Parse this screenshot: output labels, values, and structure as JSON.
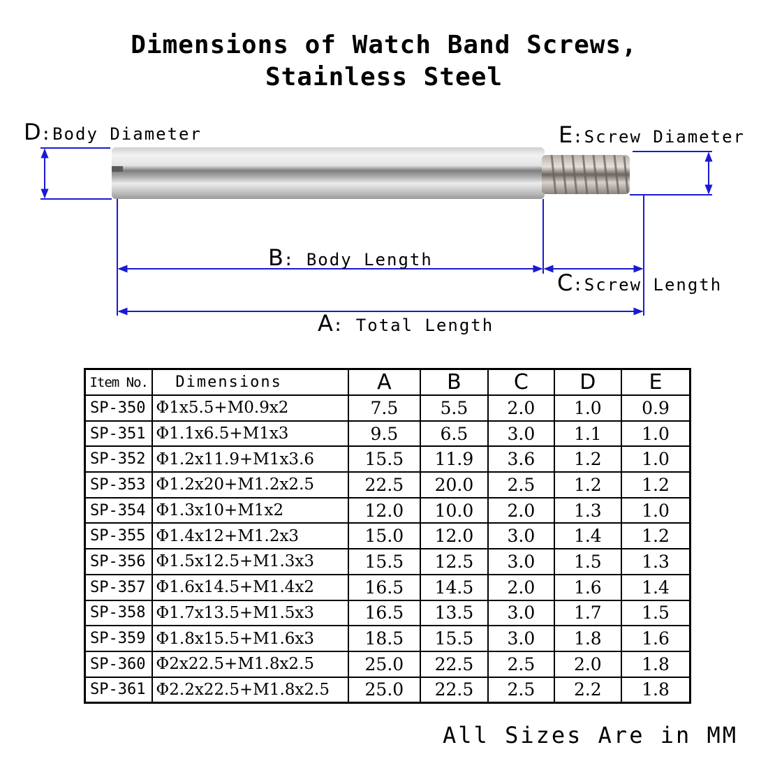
{
  "title": {
    "line1": "Dimensions of Watch Band Screws,",
    "line2": "Stainless Steel"
  },
  "diagram": {
    "labels": {
      "D": {
        "letter": "D",
        "sep": ":",
        "text": "Body Diameter"
      },
      "E": {
        "letter": "E",
        "sep": ":",
        "text": "Screw Diameter"
      },
      "B": {
        "letter": "B",
        "sep": ":",
        "text": " Body Length"
      },
      "C": {
        "letter": "C",
        "sep": ":",
        "text": "Screw Length"
      },
      "A": {
        "letter": "A",
        "sep": ":",
        "text": " Total Length"
      }
    },
    "colors": {
      "dimension_line": "#1a1ad0",
      "steel_light": "#e6e6e6",
      "steel_dark": "#8a8a8a"
    }
  },
  "table": {
    "headers": [
      "Item No.",
      "Dimensions",
      "A",
      "B",
      "C",
      "D",
      "E"
    ],
    "rows": [
      {
        "item": "SP-350",
        "dims": "Φ1x5.5+M0.9x2",
        "A": "7.5",
        "B": "5.5",
        "C": "2.0",
        "D": "1.0",
        "E": "0.9"
      },
      {
        "item": "SP-351",
        "dims": "Φ1.1x6.5+M1x3",
        "A": "9.5",
        "B": "6.5",
        "C": "3.0",
        "D": "1.1",
        "E": "1.0"
      },
      {
        "item": "SP-352",
        "dims": "Φ1.2x11.9+M1x3.6",
        "A": "15.5",
        "B": "11.9",
        "C": "3.6",
        "D": "1.2",
        "E": "1.0"
      },
      {
        "item": "SP-353",
        "dims": "Φ1.2x20+M1.2x2.5",
        "A": "22.5",
        "B": "20.0",
        "C": "2.5",
        "D": "1.2",
        "E": "1.2"
      },
      {
        "item": "SP-354",
        "dims": "Φ1.3x10+M1x2",
        "A": "12.0",
        "B": "10.0",
        "C": "2.0",
        "D": "1.3",
        "E": "1.0"
      },
      {
        "item": "SP-355",
        "dims": "Φ1.4x12+M1.2x3",
        "A": "15.0",
        "B": "12.0",
        "C": "3.0",
        "D": "1.4",
        "E": "1.2"
      },
      {
        "item": "SP-356",
        "dims": "Φ1.5x12.5+M1.3x3",
        "A": "15.5",
        "B": "12.5",
        "C": "3.0",
        "D": "1.5",
        "E": "1.3"
      },
      {
        "item": "SP-357",
        "dims": "Φ1.6x14.5+M1.4x2",
        "A": "16.5",
        "B": "14.5",
        "C": "2.0",
        "D": "1.6",
        "E": "1.4"
      },
      {
        "item": "SP-358",
        "dims": "Φ1.7x13.5+M1.5x3",
        "A": "16.5",
        "B": "13.5",
        "C": "3.0",
        "D": "1.7",
        "E": "1.5"
      },
      {
        "item": "SP-359",
        "dims": "Φ1.8x15.5+M1.6x3",
        "A": "18.5",
        "B": "15.5",
        "C": "3.0",
        "D": "1.8",
        "E": "1.6"
      },
      {
        "item": "SP-360",
        "dims": "Φ2x22.5+M1.8x2.5",
        "A": "25.0",
        "B": "22.5",
        "C": "2.5",
        "D": "2.0",
        "E": "1.8"
      },
      {
        "item": "SP-361",
        "dims": "Φ2.2x22.5+M1.8x2.5",
        "A": "25.0",
        "B": "22.5",
        "C": "2.5",
        "D": "2.2",
        "E": "1.8"
      }
    ]
  },
  "footer": "All Sizes Are in MM"
}
